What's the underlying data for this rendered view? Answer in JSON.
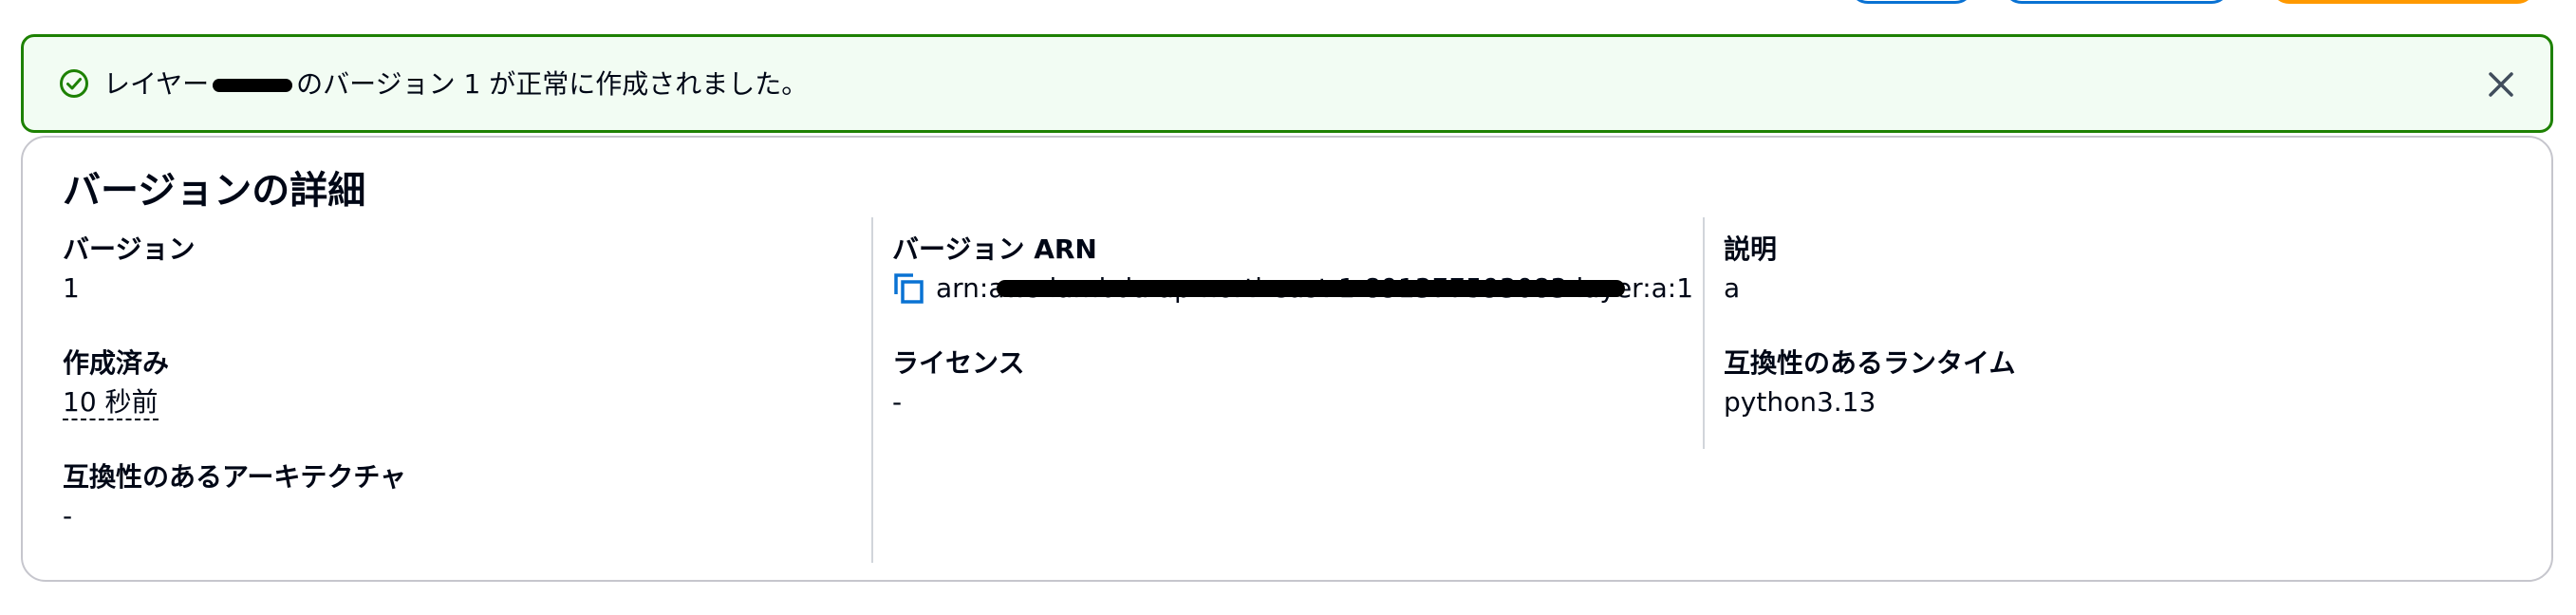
{
  "flash": {
    "icon": "check-circle-icon",
    "message_prefix": "レイヤー",
    "message_suffix": "のバージョン 1 が正常に作成されました。",
    "close_icon": "close-icon",
    "color": "#1d8102"
  },
  "details": {
    "title": "バージョンの詳細",
    "version": {
      "label": "バージョン",
      "value": "1"
    },
    "created": {
      "label": "作成済み",
      "value": "10 秒前"
    },
    "architecture": {
      "label": "互換性のあるアーキテクチャ",
      "value": "-"
    },
    "arn": {
      "label": "バージョン ARN",
      "value": "arn:aws:lambda:ap-northeast-1:891377593083:layer:a:1",
      "icon": "copy-icon"
    },
    "license": {
      "label": "ライセンス",
      "value": "-"
    },
    "description": {
      "label": "説明",
      "value": "a"
    },
    "runtime": {
      "label": "互換性のあるランタイム",
      "value": "python3.13"
    }
  }
}
